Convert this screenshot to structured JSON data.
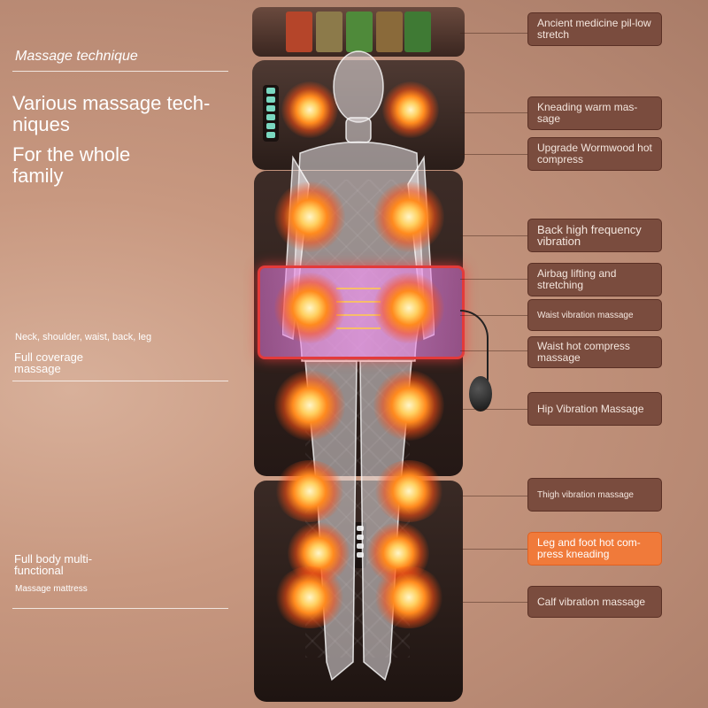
{
  "left": {
    "title": "Massage technique",
    "heading_1": "Various massage tech-niques",
    "heading_2": "For the whole family",
    "coverage_small": "Neck, shoulder, waist, back, leg",
    "coverage_med": "Full coverage massage",
    "multi_med": "Full body multi-functional",
    "multi_small": "Massage mattress"
  },
  "labels": [
    "Ancient medicine pil-low stretch",
    "Kneading warm mas-sage",
    "Upgrade Wormwood hot compress",
    "Back high frequency vibration",
    "Airbag lifting and stretching",
    "Waist vibration massage",
    "Waist hot compress massage",
    "Hip Vibration Massage",
    "Thigh vibration massage",
    "Leg and foot hot com-press kneading",
    "Calf vibration massage"
  ],
  "colors": {
    "label_bg": "#7a4c3e",
    "label_highlight": "#f07a3a",
    "waist_band": "#e33a3a"
  }
}
